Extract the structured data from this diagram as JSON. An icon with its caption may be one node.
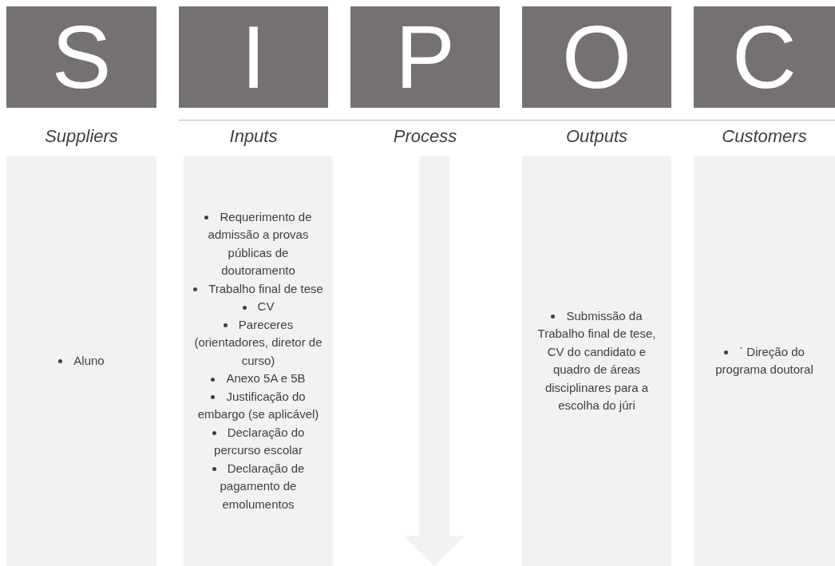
{
  "diagram": {
    "nodes": [
      {
        "text": [
          "S"
        ]
      },
      {
        "text": [
          "I"
        ]
      },
      {
        "text": [
          "P"
        ]
      },
      {
        "text": [
          "O"
        ]
      },
      {
        "text": [
          "C"
        ]
      },
      {
        "text": [
          "Aluno"
        ]
      },
      {
        "text": [
          "Requerimento de admissão a provas públicas de doutoramento",
          "Trabalho final de tese",
          "CV",
          "Pareceres (orientadores, diretor de curso)",
          "Anexo 5A e 5B",
          "Justificação do embargo (se aplicável)",
          "Declaração do percurso escolar",
          "Declaração de pagamento de emolumentos"
        ]
      },
      {
        "text": [
          "Submissão da Trabalho final de tese, CV do candidato e quadro de áreas disciplinares para a escolha do júri"
        ]
      },
      {
        "text": [
          "´ Direção do programa doutoral"
        ]
      }
    ],
    "edges": [],
    "labels": [
      "Suppliers",
      "Inputs",
      "Process",
      "Outputs",
      "Customers"
    ]
  }
}
